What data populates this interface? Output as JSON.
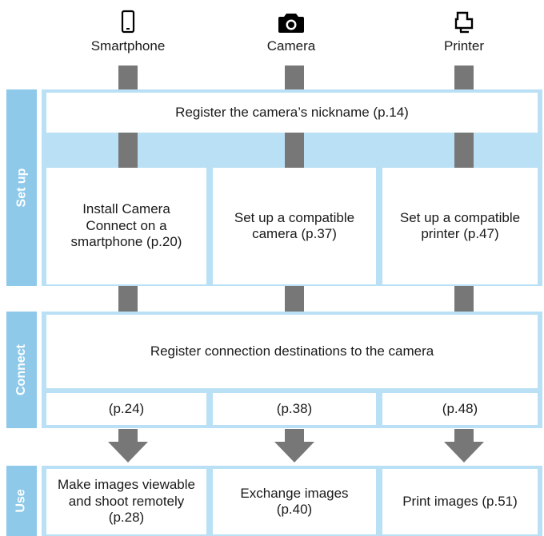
{
  "columns": [
    {
      "label": "Smartphone",
      "icon": "smartphone-icon"
    },
    {
      "label": "Camera",
      "icon": "camera-icon"
    },
    {
      "label": "Printer",
      "icon": "printer-icon"
    }
  ],
  "sections": {
    "setup": "Set up",
    "connect": "Connect",
    "use": "Use"
  },
  "setup": {
    "nickname": "Register the camera’s nickname (p.14)",
    "smartphone": "Install Camera Connect on a smartphone (p.20)",
    "camera": "Set up a compatible camera (p.37)",
    "printer": "Set up a compatible printer (p.47)"
  },
  "connect": {
    "title": "Register connection destinations to the camera",
    "smartphone_ref": "(p.24)",
    "camera_ref": "(p.38)",
    "printer_ref": "(p.48)"
  },
  "use": {
    "smartphone": "Make images viewable and shoot remotely (p.28)",
    "camera": "Exchange images (p.40)",
    "printer": "Print images (p.51)"
  },
  "colors": {
    "tab": "#8ec9ea",
    "panel": "#b9e0f4",
    "connector": "#777777"
  }
}
